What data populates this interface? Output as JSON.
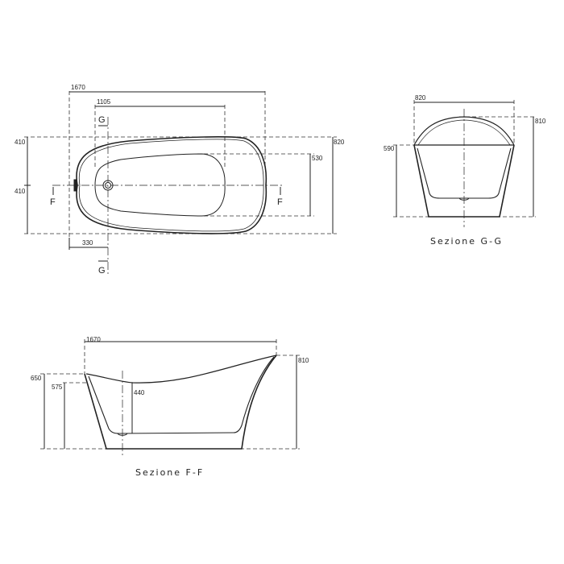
{
  "plan_view": {
    "dims": {
      "overall_length": "1670",
      "inner_length": "1105",
      "overall_width": "820",
      "inner_width": "530",
      "half_width_top": "410",
      "half_width_bottom": "410",
      "drain_offset": "330"
    },
    "section_markers": {
      "g_top": "G",
      "g_bottom": "G",
      "f_left": "F",
      "f_right": "F"
    }
  },
  "section_gg": {
    "title": "Sezione G-G",
    "dims": {
      "width": "820",
      "height": "810",
      "rim_height": "590"
    }
  },
  "section_ff": {
    "title": "Sezione F-F",
    "dims": {
      "length": "1670",
      "height": "810",
      "rim_height_left": "650",
      "inner_rim_height": "575",
      "depth": "440"
    }
  }
}
